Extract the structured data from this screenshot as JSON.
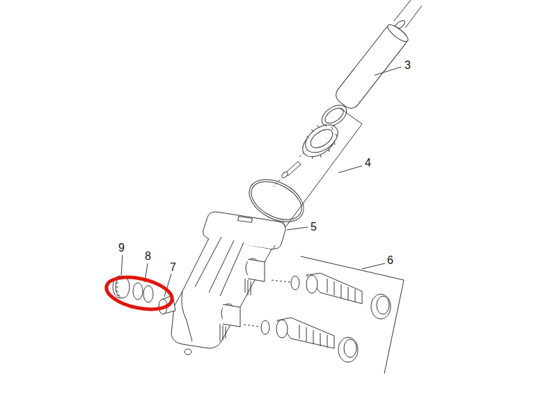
{
  "diagram": {
    "labels": [
      "3",
      "4",
      "5",
      "9",
      "6",
      "8",
      "7"
    ]
  }
}
